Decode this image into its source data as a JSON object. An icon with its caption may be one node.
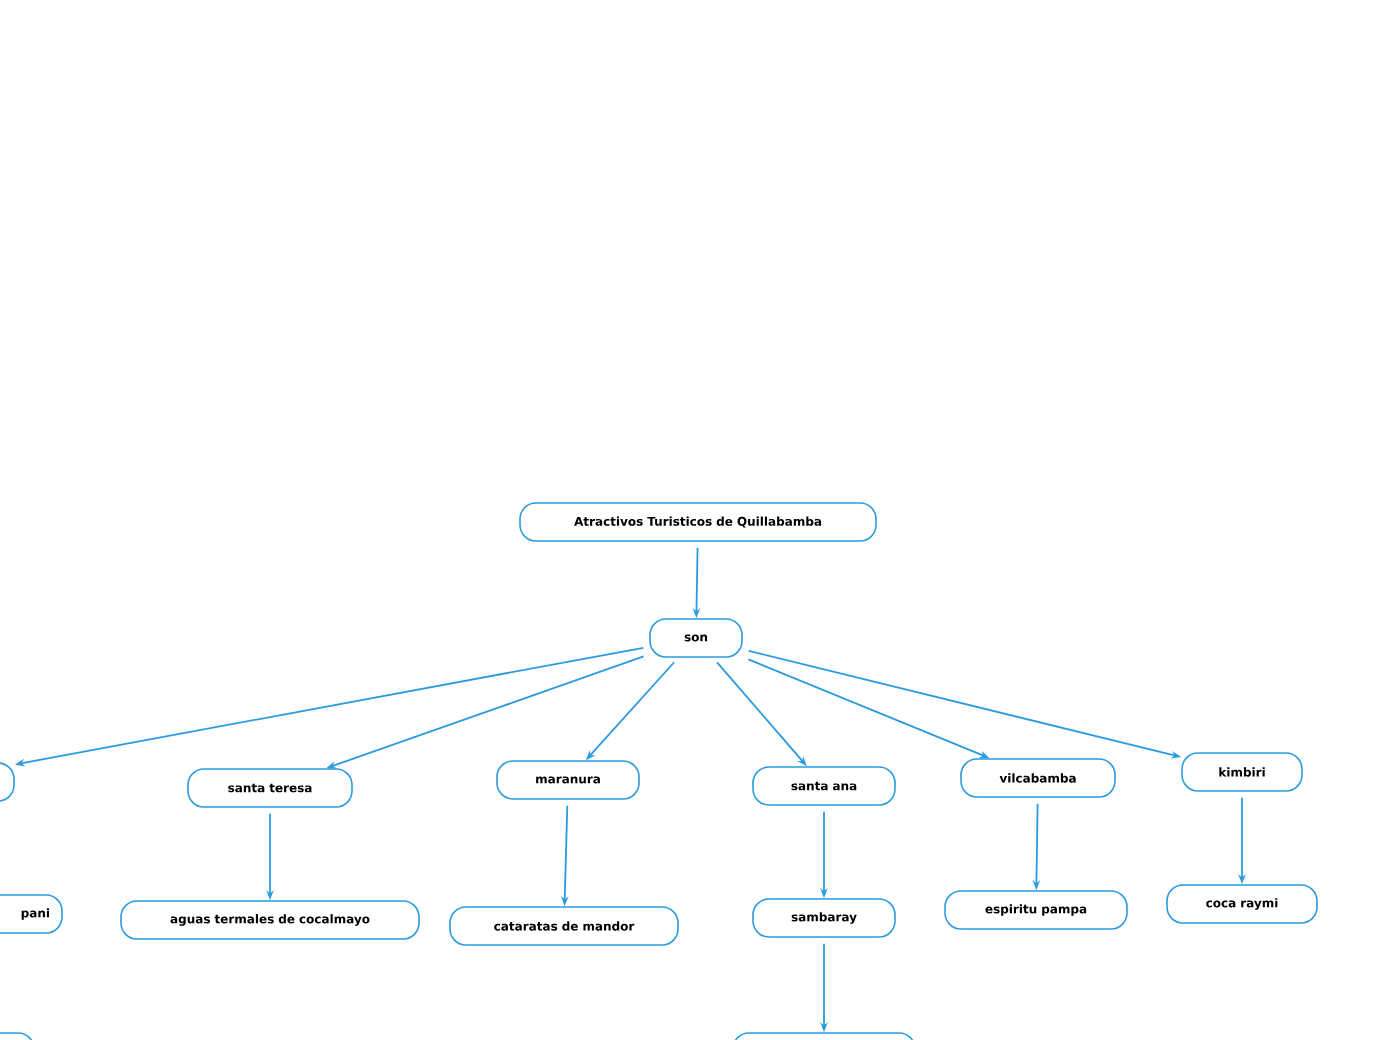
{
  "diagram": {
    "nodes": [
      {
        "text": [
          "Atractivos Turisticos de Quillabamba"
        ]
      },
      {
        "text": [
          "son"
        ]
      },
      {
        "text": [],
        "shape": "box"
      },
      {
        "text": [
          "santa teresa"
        ]
      },
      {
        "text": [
          "maranura"
        ]
      },
      {
        "text": [
          "santa ana"
        ]
      },
      {
        "text": [
          "vilcabamba"
        ]
      },
      {
        "text": [
          "kimbiri"
        ]
      },
      {
        "text": [
          "pani"
        ]
      },
      {
        "text": [
          "aguas termales de cocalmayo"
        ]
      },
      {
        "text": [
          "cataratas de mandor"
        ]
      },
      {
        "text": [
          "sambaray"
        ]
      },
      {
        "text": [
          "espiritu pampa"
        ]
      },
      {
        "text": [
          "coca raymi"
        ]
      },
      {
        "text": [],
        "shape": "box"
      },
      {
        "text": [],
        "shape": "box"
      }
    ],
    "edges": [
      {
        "from": 0,
        "to": 1,
        "arrow": "to"
      },
      {
        "from": 1,
        "to": 2,
        "arrow": "to"
      },
      {
        "from": 1,
        "to": 3,
        "arrow": "to"
      },
      {
        "from": 1,
        "to": 4,
        "arrow": "to"
      },
      {
        "from": 1,
        "to": 5,
        "arrow": "to"
      },
      {
        "from": 1,
        "to": 6,
        "arrow": "to"
      },
      {
        "from": 1,
        "to": 7,
        "arrow": "to"
      },
      {
        "from": 3,
        "to": 9,
        "arrow": "to"
      },
      {
        "from": 4,
        "to": 10,
        "arrow": "to"
      },
      {
        "from": 5,
        "to": 11,
        "arrow": "to"
      },
      {
        "from": 6,
        "to": 12,
        "arrow": "to"
      },
      {
        "from": 7,
        "to": 13,
        "arrow": "to"
      },
      {
        "from": 11,
        "to": 15,
        "arrow": "to"
      }
    ]
  }
}
